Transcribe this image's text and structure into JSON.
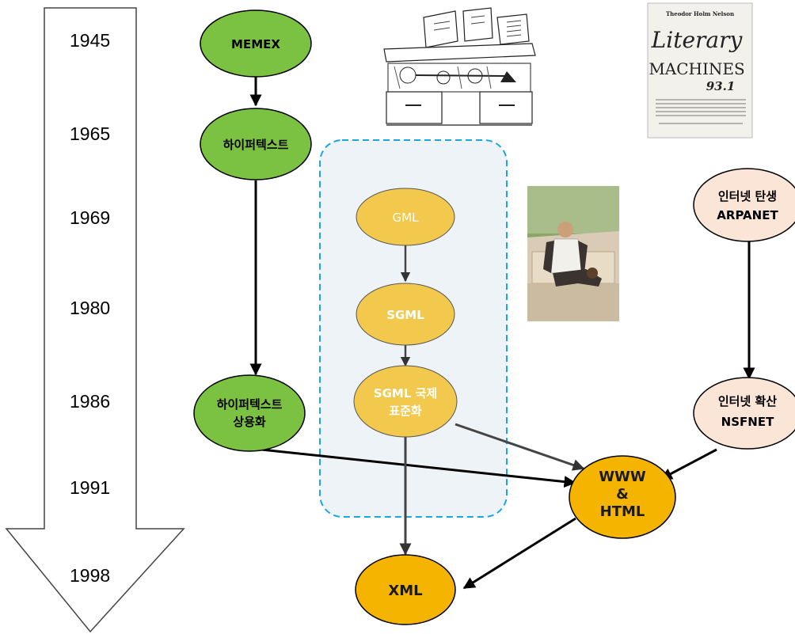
{
  "colors": {
    "green": "#7cc242",
    "gold": "#f2c94c",
    "orange": "#f5b400",
    "peach": "#fbe5d6",
    "dash": "#1ba6e0",
    "group_fill": "#eef3f8"
  },
  "timeline": {
    "years": [
      "1945",
      "1965",
      "1969",
      "1980",
      "1986",
      "1991",
      "1998"
    ]
  },
  "nodes": {
    "memex": {
      "label": "MEMEX"
    },
    "hypertext": {
      "label": "하이퍼텍스트"
    },
    "hypertext_commercial": {
      "line1": "하이퍼텍스트",
      "line2": "상용화"
    },
    "gml": {
      "label": "GML"
    },
    "sgml": {
      "label": "SGML"
    },
    "sgml_std": {
      "line1": "SGML 국제",
      "line2": "표준화"
    },
    "arpanet": {
      "line1": "인터넷 탄생",
      "line2": "ARPANET"
    },
    "nsfnet": {
      "line1": "인터넷 확산",
      "line2": "NSFNET"
    },
    "www": {
      "line1": "WWW",
      "line2": "&",
      "line3": "HTML"
    },
    "xml": {
      "label": "XML"
    }
  },
  "images": {
    "book": {
      "author": "Theodor Holm Nelson",
      "title1": "Literary",
      "title2": "MACHINES",
      "edition": "93.1"
    }
  }
}
